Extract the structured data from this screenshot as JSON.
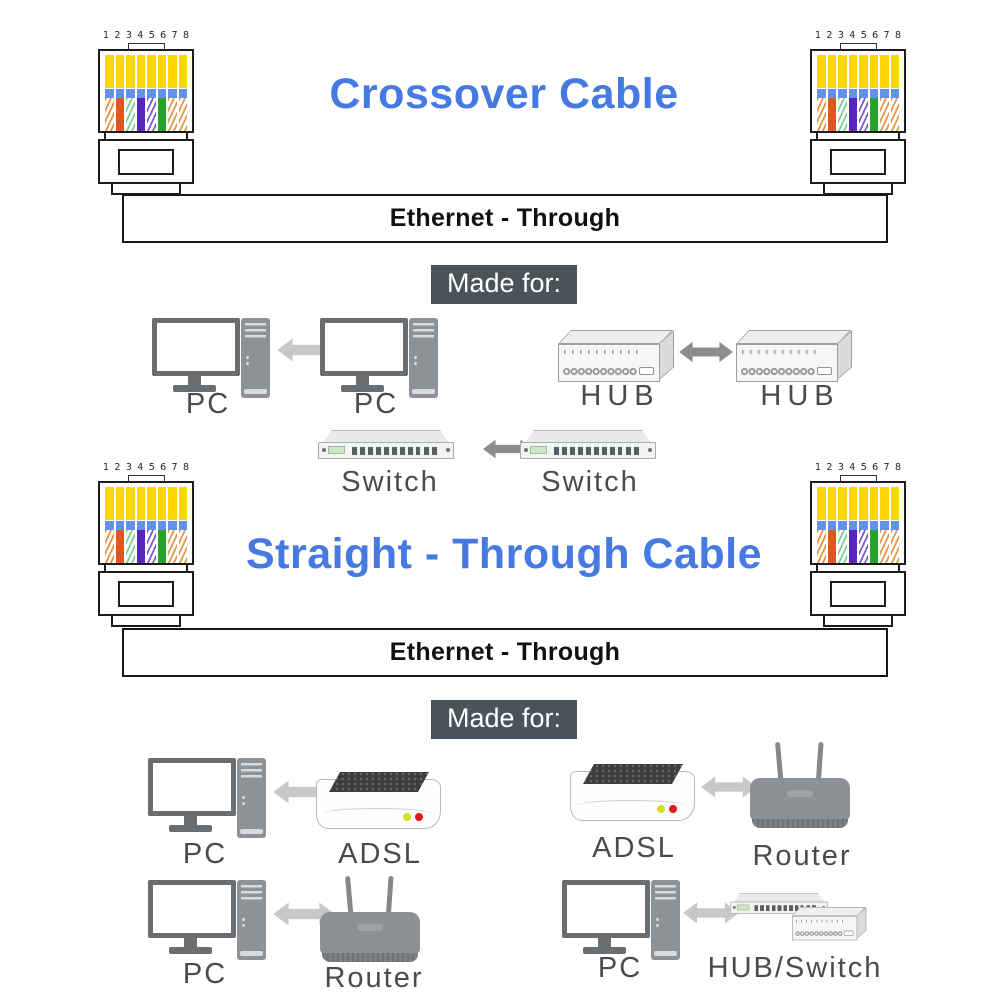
{
  "connector": {
    "pins": [
      "1",
      "2",
      "3",
      "4",
      "5",
      "6",
      "7",
      "8"
    ],
    "wires": [
      "striped-orange",
      "solid-orange",
      "striped-green",
      "solid-purple",
      "striped-purple",
      "solid-green",
      "striped-brown",
      "striped-brown"
    ],
    "pair_bracket_pins": "3-6"
  },
  "colors": {
    "title_blue": "#4679e1",
    "badge_bg": "#4a5458",
    "badge_text": "#ffffff",
    "arrow_light": "#c7c8ca",
    "arrow_dark": "#8a8c8f",
    "pin_gold": "#ffd60a",
    "pin_contact_blue": "#6292ea",
    "wire_orange": "#e1571d",
    "wire_purple": "#5726b5",
    "wire_green": "#28a32b",
    "led_yellow": "#d6e021",
    "led_red": "#e01818"
  },
  "section_crossover": {
    "title": "Crossover Cable",
    "cable_label": "Ethernet - Through",
    "made_for": "Made for:",
    "pairs": [
      {
        "left": "PC",
        "right": "PC"
      },
      {
        "left": "HUB",
        "right": "HUB"
      },
      {
        "left": "Switch",
        "right": "Switch"
      }
    ]
  },
  "section_straight": {
    "title": "Straight - Through Cable",
    "cable_label": "Ethernet - Through",
    "made_for": "Made for:",
    "pairs": [
      {
        "left": "PC",
        "right": "ADSL"
      },
      {
        "left": "ADSL",
        "right": "Router"
      },
      {
        "left": "PC",
        "right": "Router"
      },
      {
        "left": "PC",
        "right": "HUB/Switch"
      }
    ]
  }
}
